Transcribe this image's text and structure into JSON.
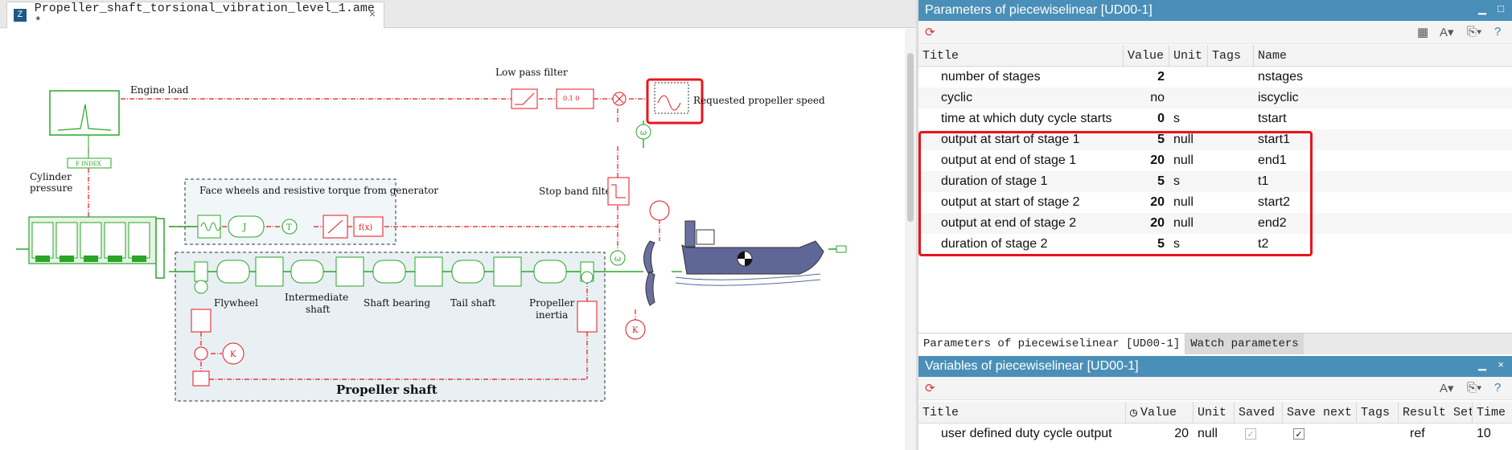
{
  "editor": {
    "tab_title": "Propeller_shaft_torsional_vibration_level_1.ame *",
    "tab_close": "×"
  },
  "diagram": {
    "engine_load": "Engine load",
    "low_pass_filter": "Low pass filter",
    "requested_speed": "Requested propeller speed",
    "cylinder_pressure_1": "Cylinder",
    "cylinder_pressure_2": "pressure",
    "face_wheels": "Face wheels and resistive torque from generator",
    "stop_band": "Stop band filter",
    "flywheel": "Flywheel",
    "intermediate_1": "Intermediate",
    "intermediate_2": "shaft",
    "shaft_bearing": "Shaft bearing",
    "tail_shaft": "Tail shaft",
    "propeller_inertia_1": "Propeller",
    "propeller_inertia_2": "inertia",
    "propeller_shaft": "Propeller shaft"
  },
  "params_panel": {
    "title": "Parameters of piecewiselinear [UD00-1]",
    "columns": [
      "Title",
      "Value",
      "Unit",
      "Tags",
      "Name"
    ],
    "rows": [
      {
        "title": "number of stages",
        "value": "2",
        "unit": "",
        "tags": "",
        "name": "nstages"
      },
      {
        "title": "cyclic",
        "value": "no",
        "unit": "",
        "tags": "",
        "name": "iscyclic"
      },
      {
        "title": "time at which duty cycle starts",
        "value": "0",
        "unit": "s",
        "tags": "",
        "name": "tstart"
      },
      {
        "title": "output at start of stage 1",
        "value": "5",
        "unit": "null",
        "tags": "",
        "name": "start1"
      },
      {
        "title": "output at end of stage 1",
        "value": "20",
        "unit": "null",
        "tags": "",
        "name": "end1"
      },
      {
        "title": "duration of stage 1",
        "value": "5",
        "unit": "s",
        "tags": "",
        "name": "t1"
      },
      {
        "title": "output at start of stage 2",
        "value": "20",
        "unit": "null",
        "tags": "",
        "name": "start2"
      },
      {
        "title": "output at end of stage 2",
        "value": "20",
        "unit": "null",
        "tags": "",
        "name": "end2"
      },
      {
        "title": "duration of stage 2",
        "value": "5",
        "unit": "s",
        "tags": "",
        "name": "t2"
      }
    ]
  },
  "bottom_tabs": {
    "tab1": "Parameters of piecewiselinear [UD00-1]",
    "tab2": "Watch parameters"
  },
  "vars_panel": {
    "title": "Variables of piecewiselinear [UD00-1]",
    "columns": [
      "Title",
      "Value",
      "Unit",
      "Saved",
      "Save next",
      "Tags",
      "Result Set",
      "Time in"
    ],
    "row": {
      "title": "user defined duty cycle output",
      "value": "20",
      "unit": "null",
      "saved": "✓",
      "save_next": "✓",
      "tags": "",
      "result_set": "ref",
      "time": "10"
    }
  },
  "colors": {
    "header": "#4a8fb8",
    "highlight": "#e8141b",
    "green": "#2aa52a",
    "red": "#e8141b"
  }
}
